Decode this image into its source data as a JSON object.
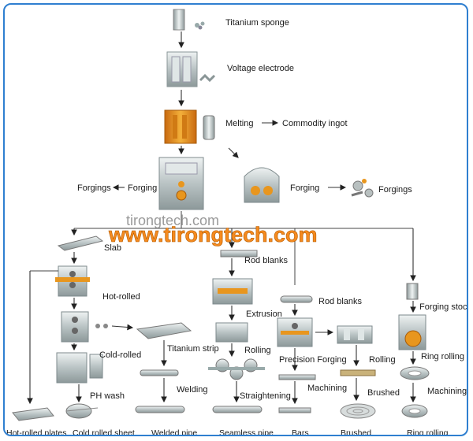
{
  "steps": {
    "titanium_sponge": "Titanium sponge",
    "voltage_electrode": "Voltage electrode",
    "melting": "Melting",
    "commodity_ingot": "Commodity ingot",
    "forgings_left": "Forgings",
    "forging_left": "Forging",
    "forging_right": "Forging",
    "forgings_right": "Forgings",
    "slab": "Slab",
    "rod_blanks_top": "Rod blanks",
    "rod_blanks_mid": "Rod blanks",
    "hot_rolled": "Hot-rolled",
    "extrusion": "Extrusion",
    "forging_stock": "Forging stock",
    "cold_rolled": "Cold-rolled",
    "titanium_strip": "Titanium strip",
    "rolling_mid": "Rolling",
    "precision_forging": "Precision Forging",
    "rolling_right": "Rolling",
    "ring_rolling_top": "Ring rolling",
    "ph_wash": "PH wash",
    "welding": "Welding",
    "straightening": "Straightening",
    "machining_mid": "Machining",
    "brushed_mid": "Brushed",
    "machining_right": "Machining"
  },
  "products": {
    "hot_rolled_plates": "Hot-rolled plates",
    "cold_rolled_sheet": "Cold rolled sheet",
    "welded_pipe": "Welded pipe",
    "seamless_pipe": "Seamless pipe",
    "bars": "Bars",
    "brushed": "Brushed",
    "ring_rolling": "Ring rolling"
  },
  "watermark": {
    "grey": "tirongtech.com",
    "orange": "www.tirongtech.com"
  },
  "colors": {
    "frame": "#2f7fd0",
    "machine_grey": "#c9d2d4",
    "machine_dark": "#7e8a8c",
    "hot_orange": "#e8961e",
    "watermark_orange": "#f58a1f"
  }
}
